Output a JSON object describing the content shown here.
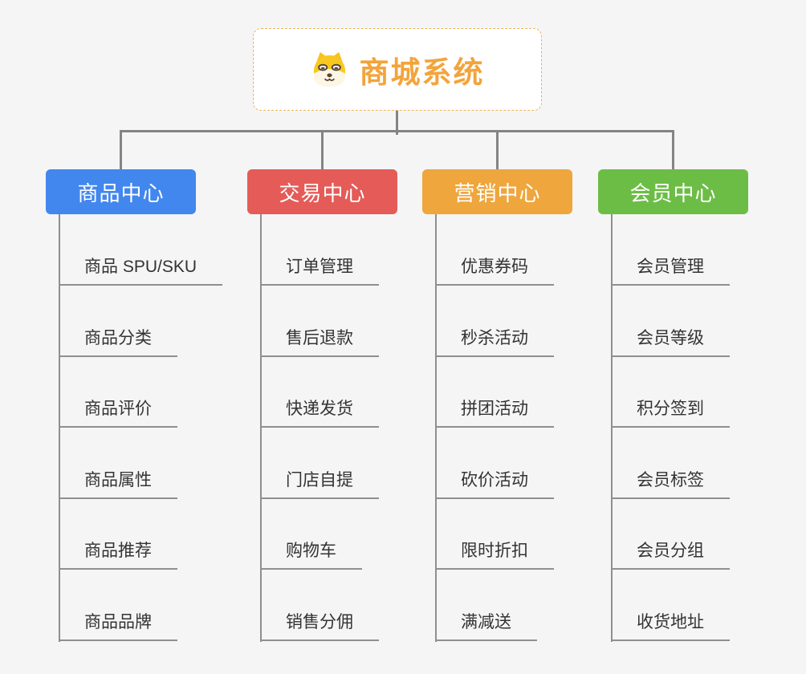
{
  "root": {
    "title": "商城系统",
    "icon": "shiba-dog-icon",
    "accent_color": "#f2a43c",
    "border_color": "#eeb257"
  },
  "connector_color": "#848484",
  "branches": [
    {
      "label": "商品中心",
      "color": "#4287ee",
      "items": [
        "商品 SPU/SKU",
        "商品分类",
        "商品评价",
        "商品属性",
        "商品推荐",
        "商品品牌"
      ]
    },
    {
      "label": "交易中心",
      "color": "#e45b58",
      "items": [
        "订单管理",
        "售后退款",
        "快递发货",
        "门店自提",
        "购物车",
        "销售分佣"
      ]
    },
    {
      "label": "营销中心",
      "color": "#eea63d",
      "items": [
        "优惠券码",
        "秒杀活动",
        "拼团活动",
        "砍价活动",
        "限时折扣",
        "满减送"
      ]
    },
    {
      "label": "会员中心",
      "color": "#6cbd45",
      "items": [
        "会员管理",
        "会员等级",
        "积分签到",
        "会员标签",
        "会员分组",
        "收货地址"
      ]
    }
  ]
}
